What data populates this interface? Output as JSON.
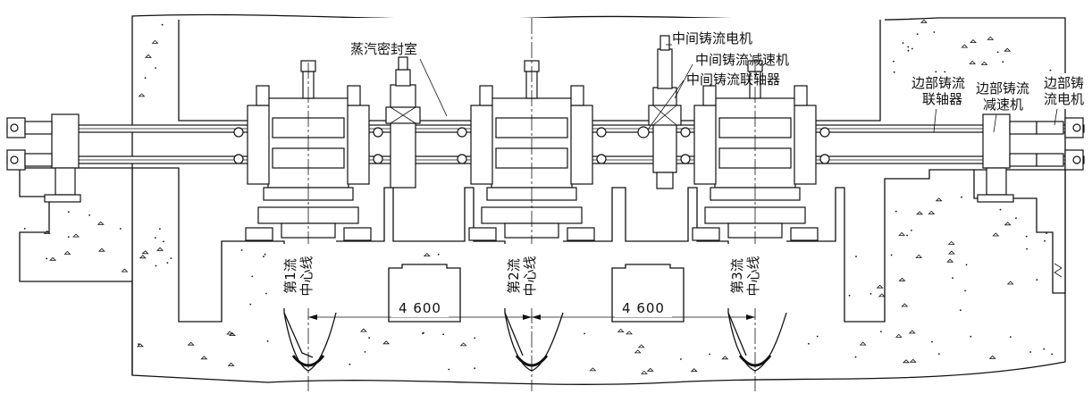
{
  "labels": {
    "steam_chamber": "蒸汽密封室",
    "mid_motor": "中间铸流电机",
    "mid_reducer": "中间铸流减速机",
    "mid_coupling": "中间铸流联轴器",
    "edge_coupling_1": "边部铸流",
    "edge_coupling_2": "联轴器",
    "edge_reducer_1": "边部铸流",
    "edge_reducer_2": "减速机",
    "edge_motor_1": "边部铸",
    "edge_motor_2": "流电机"
  },
  "strands": [
    {
      "line1": "第1流",
      "line2": "中心线"
    },
    {
      "line1": "第2流",
      "line2": "中心线"
    },
    {
      "line1": "第3流",
      "line2": "中心线"
    }
  ],
  "dimensions": [
    "4 600",
    "4 600"
  ]
}
